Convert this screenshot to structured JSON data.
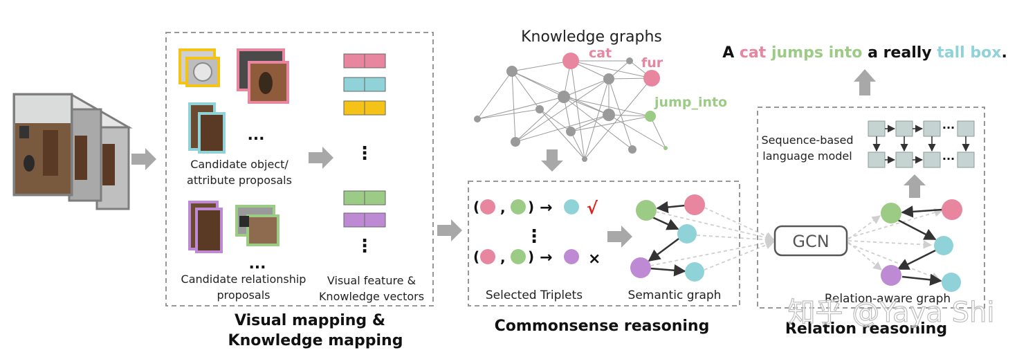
{
  "visual_mapping": {
    "candidate_object_label": [
      "Candidate object/",
      "attribute proposals"
    ],
    "candidate_relationship_label": [
      "Candidate relationship",
      "proposals"
    ],
    "visual_feature_label": [
      "Visual feature &",
      "Knowledge vectors"
    ],
    "ellipsis": "...",
    "section_title": [
      "Visual mapping &",
      "Knowledge mapping"
    ]
  },
  "knowledge_graph": {
    "title": "Knowledge graphs",
    "concepts": [
      "cat",
      "fur",
      "jump_into"
    ]
  },
  "commonsense": {
    "open_paren": "(",
    "comma": ",",
    "close_paren": ")",
    "arrow": "→",
    "check_mark": "√",
    "cross_mark": "×",
    "vertical_ellipsis": "⋮",
    "selected_triplets_label": "Selected Triplets",
    "semantic_graph_label": "Semantic graph",
    "section_title": "Commonsense reasoning"
  },
  "relation": {
    "sentence": [
      {
        "text": "A ",
        "color": "#111111"
      },
      {
        "text": "cat ",
        "color": "#e8859f"
      },
      {
        "text": "jumps into ",
        "color": "#9ccb86"
      },
      {
        "text": "a really ",
        "color": "#111111"
      },
      {
        "text": "tall box",
        "color": "#8fd2d8"
      },
      {
        "text": ".",
        "color": "#111111"
      }
    ],
    "language_model_label": [
      "Sequence-based",
      "language model"
    ],
    "lm_ellipsis": "···",
    "gcn_label": "GCN",
    "relation_graph_label": "Relation-aware graph",
    "section_title": "Relation reasoning"
  },
  "watermark": "知乎 @Yaya Shi",
  "colors": {
    "pink": "#e8859f",
    "green": "#9ccb86",
    "cyan": "#8fd2d8",
    "purple": "#bd8ad3",
    "yellow": "#f5c318",
    "gray_arrow": "#a8a8a8",
    "node_gray": "#9a9a9a",
    "red_check": "#e02020"
  }
}
